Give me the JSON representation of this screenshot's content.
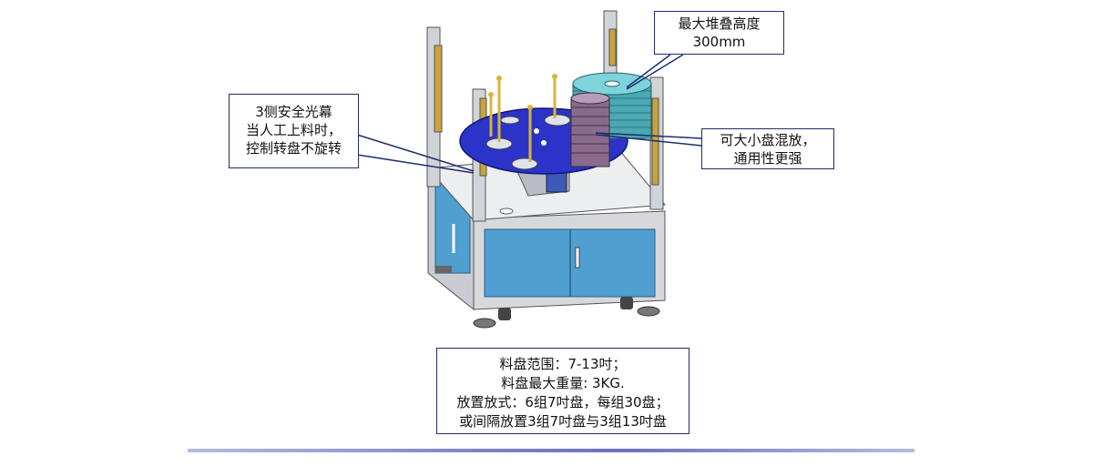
{
  "callouts": {
    "stack_height": [
      "最大堆叠高度",
      "300mm"
    ],
    "light_curtain": [
      "3侧安全光幕",
      "当人工上料时，",
      "控制转盘不旋转"
    ],
    "mixed_trays": [
      "可大小盘混放，",
      "通用性更强"
    ],
    "specs": [
      "料盘范围：7-13吋；",
      "料盘最大重量: 3KG.",
      "放置放式：6组7吋盘，每组30盘；",
      "或间隔放置3组7吋盘与3组13吋盘"
    ]
  },
  "colors": {
    "cabinet_blue": "#4f9fd0",
    "turntable_blue": "#2b33c8",
    "frame_gray": "#c9ccd2",
    "callout_border": "#1f2d6e",
    "rod_gold": "#d8b43a",
    "tray_teal": "#5fbcc4"
  }
}
